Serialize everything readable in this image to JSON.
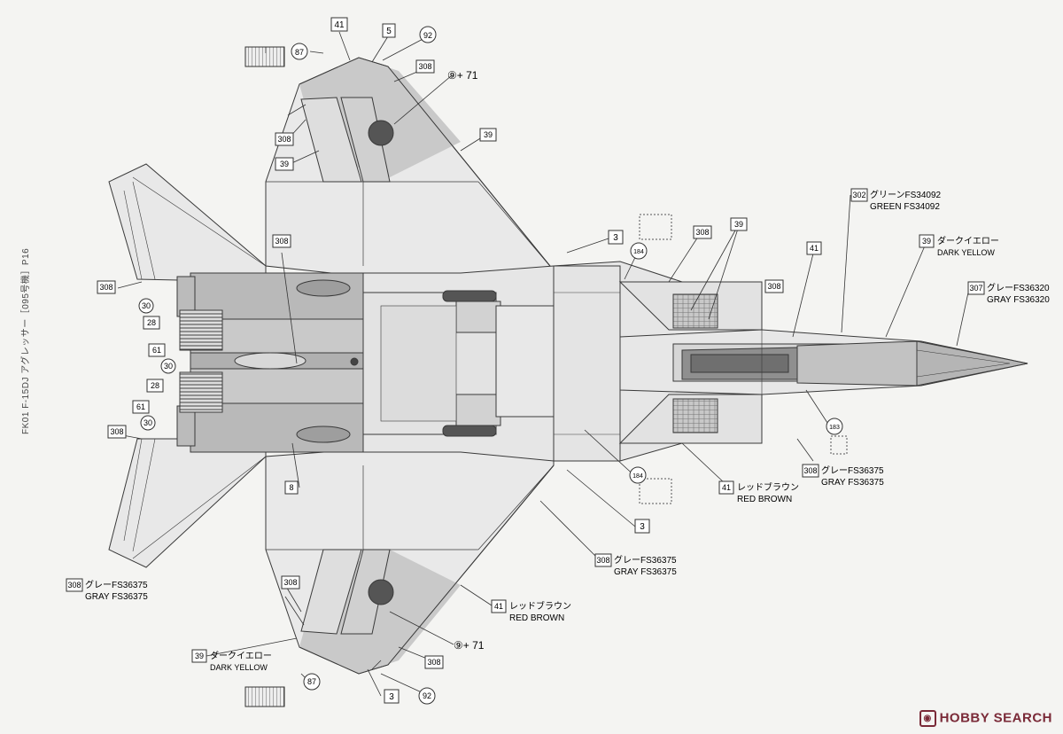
{
  "side_caption": "FK01 F-15DJ アグレッサー［095号機］P16",
  "watermark": {
    "icon": "hobby-search-icon",
    "text": "HOBBY SEARCH"
  },
  "colors": {
    "gray_FS36375": "#c9c9c9",
    "gray_FS36320": "#b5b5b5",
    "red_brown": "#9c9c9c",
    "dark_yellow": "#dedede",
    "green_FS34092": "#8f8f8f",
    "line": "#3a3a3a"
  },
  "top_callouts": {
    "n41": "41",
    "n5": "5",
    "n92": "92",
    "n87": "87",
    "n308a": "308",
    "n9_71": "⑨+ 71",
    "n308b": "308",
    "n39a": "39",
    "n39b": "39"
  },
  "bottom_callouts": {
    "n308a": "308",
    "n9_71": "⑨+ 71",
    "n308b": "308",
    "n87": "87",
    "n3": "3",
    "n92": "92"
  },
  "tail_callouts": {
    "n308_top": "308",
    "n308_spine": "308",
    "n30a": "30",
    "n28a": "28",
    "n61a": "61",
    "n30b": "30",
    "n28b": "28",
    "n61b": "61",
    "n30c": "30",
    "n308_bot": "308",
    "n8": "8"
  },
  "center_callouts": {
    "n3_top": "3",
    "n184_top": "184",
    "n308_c1": "308",
    "n39_c": "39",
    "n308_c2": "308",
    "n184_bot": "184",
    "n3_bot": "3",
    "n183": "183"
  },
  "color_labels": {
    "green": {
      "num": "302",
      "jp": "グリーンFS34092",
      "en": "GREEN FS34092"
    },
    "dark_yellow_top": {
      "num": "39",
      "jp": "ダークイエロー",
      "en": "DARK YELLOW"
    },
    "gray_36320": {
      "num": "307",
      "jp": "グレーFS36320",
      "en": "GRAY FS36320"
    },
    "n41_right": {
      "num": "41"
    },
    "gray_36375_right": {
      "num": "308",
      "jp": "グレーFS36375",
      "en": "GRAY FS36375"
    },
    "red_brown_right": {
      "num": "41",
      "jp": "レッドブラウン",
      "en": "RED BROWN"
    },
    "gray_36375_mid": {
      "num": "308",
      "jp": "グレーFS36375",
      "en": "GRAY FS36375"
    },
    "red_brown_wing": {
      "num": "41",
      "jp": "レッドブラウン",
      "en": "RED BROWN"
    },
    "gray_36375_left": {
      "num": "308",
      "jp": "グレーFS36375",
      "en": "GRAY FS36375"
    },
    "dark_yellow_bottom": {
      "num": "39",
      "jp": "ダークイエロー",
      "en": "DARK YELLOW"
    }
  }
}
